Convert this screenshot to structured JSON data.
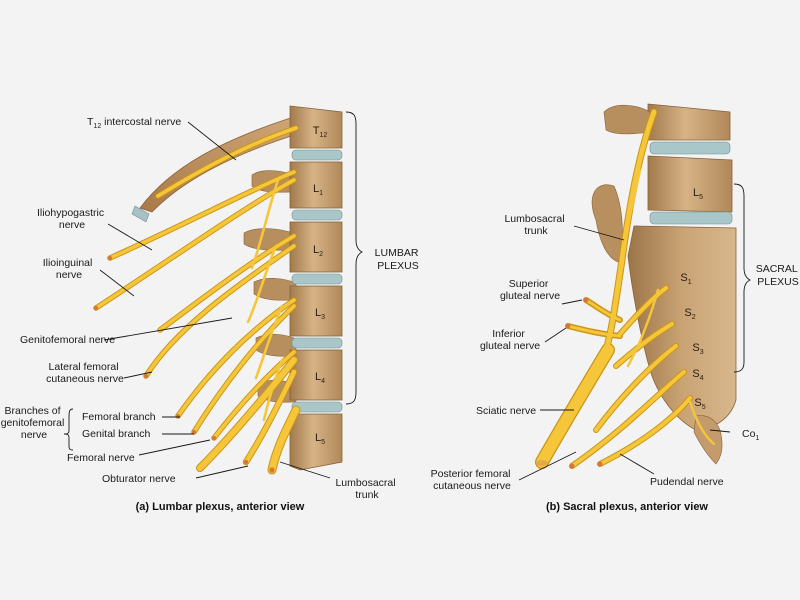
{
  "panel_a": {
    "caption": "(a) Lumbar plexus, anterior view",
    "group_label": [
      "LUMBAR",
      "PLEXUS"
    ],
    "branches_group_label": [
      "Branches of",
      "genitofemoral",
      "nerve"
    ],
    "vertebrae": [
      {
        "base": "T",
        "sub": "12"
      },
      {
        "base": "L",
        "sub": "1"
      },
      {
        "base": "L",
        "sub": "2"
      },
      {
        "base": "L",
        "sub": "3"
      },
      {
        "base": "L",
        "sub": "4"
      },
      {
        "base": "L",
        "sub": "5"
      }
    ],
    "labels": {
      "t12_base": "T",
      "t12_sub": "12",
      "t12_rest": " intercostal nerve",
      "iliohypogastric": [
        "Iliohypogastric",
        "nerve"
      ],
      "ilioinguinal": [
        "Ilioinguinal",
        "nerve"
      ],
      "genitofemoral": "Genitofemoral nerve",
      "lateral_femoral": [
        "Lateral femoral",
        "cutaneous nerve"
      ],
      "femoral_branch": "Femoral branch",
      "genital_branch": "Genital branch",
      "femoral_nerve": "Femoral nerve",
      "obturator": "Obturator nerve",
      "lumbosacral_trunk": [
        "Lumbosacral",
        "trunk"
      ]
    }
  },
  "panel_b": {
    "caption": "(b) Sacral plexus, anterior view",
    "group_label": [
      "SACRAL",
      "PLEXUS"
    ],
    "vertebra_l5": {
      "base": "L",
      "sub": "5"
    },
    "sacral_levels": [
      {
        "base": "S",
        "sub": "1"
      },
      {
        "base": "S",
        "sub": "2"
      },
      {
        "base": "S",
        "sub": "3"
      },
      {
        "base": "S",
        "sub": "4"
      },
      {
        "base": "S",
        "sub": "5"
      }
    ],
    "coccyx": {
      "base": "Co",
      "sub": "1"
    },
    "labels": {
      "lumbosacral_trunk": [
        "Lumbosacral",
        "trunk"
      ],
      "superior_gluteal": [
        "Superior",
        "gluteal nerve"
      ],
      "inferior_gluteal": [
        "Inferior",
        "gluteal nerve"
      ],
      "sciatic": "Sciatic nerve",
      "posterior_femoral": [
        "Posterior femoral",
        "cutaneous nerve"
      ],
      "pudendal": "Pudendal nerve"
    }
  },
  "colors": {
    "background": "#f3f3f3",
    "bone": "#c9a678",
    "bone_dark": "#9a7248",
    "disc": "#a9c7c9",
    "nerve": "#f5c63a",
    "nerve_outline": "#c99516"
  }
}
